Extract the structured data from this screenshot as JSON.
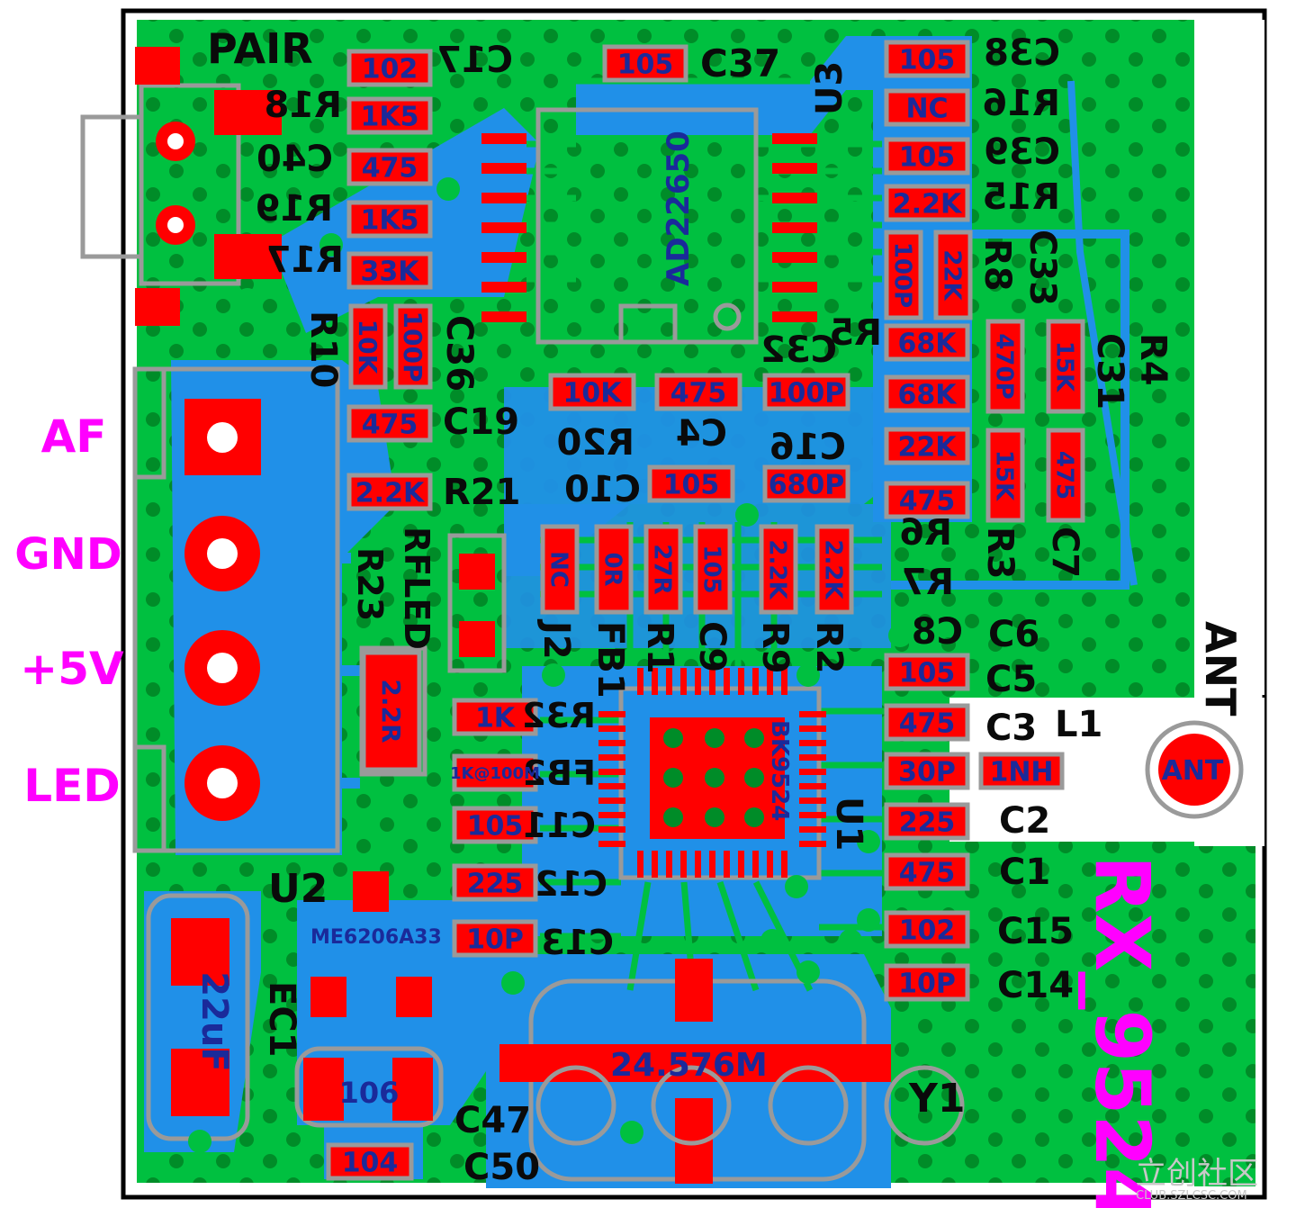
{
  "board": {
    "name": "RX_9524",
    "colors": {
      "copper": "#00c040",
      "trace": "#2090e8",
      "pad": "#ff0000",
      "silk": "#9a9a9a",
      "via": "#008c28",
      "pink": "#ff00ff",
      "outline": "#000000"
    }
  },
  "connector": {
    "pins": [
      "AF",
      "GND",
      "+5V",
      "LED"
    ],
    "pair_label": "PAIR",
    "ant_label": "ANT",
    "ant_pad_text": "ANT"
  },
  "chips": {
    "u3_label": "U3",
    "u3_part": "AD22650",
    "u1_label": "U1",
    "u1_part": "BK9524",
    "u2_label": "U2",
    "u2_part": "ME6206A33",
    "y1_label": "Y1",
    "y1_freq": "24.576M"
  },
  "parts": {
    "c17": {
      "ref": "C17",
      "val": "102"
    },
    "r18": {
      "ref": "R18",
      "val": "1K5"
    },
    "c40": {
      "ref": "C40",
      "val": "475"
    },
    "r19": {
      "ref": "R19",
      "val": "1K5"
    },
    "r17": {
      "ref": "R17",
      "val": "33K"
    },
    "r10": {
      "ref": "R10",
      "val": "10K"
    },
    "c36": {
      "ref": "C36",
      "val": "100P"
    },
    "c19": {
      "ref": "C19",
      "val": "475"
    },
    "r21": {
      "ref": "R21",
      "val": "2.2K"
    },
    "c37": {
      "ref": "C37",
      "val": "105"
    },
    "c38": {
      "ref": "C38",
      "val": "105"
    },
    "r16": {
      "ref": "R16",
      "val": "NC"
    },
    "c39": {
      "ref": "C39",
      "val": "105"
    },
    "r15": {
      "ref": "R15",
      "val": "2.2K"
    },
    "r8": {
      "ref": "R8",
      "val": "22K"
    },
    "c33": {
      "ref": "C33",
      "val": "100P"
    },
    "r5": {
      "ref": "R5",
      "val": "68K"
    },
    "c32": {
      "ref": "C32",
      "val": "100P"
    },
    "r4": {
      "ref": "R4",
      "val": "15K"
    },
    "c31": {
      "ref": "C31",
      "val": "470P"
    },
    "r_68k_b": {
      "val": "68K"
    },
    "r20": {
      "ref": "R20",
      "val": "10K"
    },
    "c4": {
      "ref": "C4",
      "val": "475"
    },
    "c16": {
      "ref": "C16",
      "val": "680P"
    },
    "r_22k": {
      "val": "22K"
    },
    "r3": {
      "ref": "R3",
      "val": "15K"
    },
    "c7": {
      "ref": "C7",
      "val": "475"
    },
    "r_475": {
      "val": "475"
    },
    "c10": {
      "ref": "C10",
      "val": "105"
    },
    "r6": {
      "ref": "R6"
    },
    "r7": {
      "ref": "R7"
    },
    "j2": {
      "ref": "J2",
      "val": "NC"
    },
    "fb1": {
      "ref": "FB1",
      "val": "0R"
    },
    "r1": {
      "ref": "R1",
      "val": "27R"
    },
    "c9": {
      "ref": "C9",
      "val": "105"
    },
    "r9": {
      "ref": "R9",
      "val": "2.2K"
    },
    "r2": {
      "ref": "R2",
      "val": "2.2K"
    },
    "c8": {
      "ref": "C8"
    },
    "c6": {
      "ref": "C6"
    },
    "c5": {
      "ref": "C5",
      "val": "105"
    },
    "c3": {
      "ref": "C3",
      "val": "475"
    },
    "l1": {
      "ref": "L1",
      "val": "1NH"
    },
    "c_30p": {
      "val": "30P"
    },
    "c2": {
      "ref": "C2",
      "val": "225"
    },
    "c1": {
      "ref": "C1",
      "val": "475"
    },
    "c15": {
      "ref": "C15",
      "val": "102"
    },
    "c14": {
      "ref": "C14",
      "val": "10P"
    },
    "rfled": {
      "ref": "RFLED"
    },
    "r23": {
      "ref": "R23",
      "val": "2.2R"
    },
    "r32": {
      "ref": "R32",
      "val": "1K"
    },
    "fb2": {
      "ref": "FB2",
      "val": "1K@100M"
    },
    "c11": {
      "ref": "C11",
      "val": "105"
    },
    "c12": {
      "ref": "C12",
      "val": "225"
    },
    "c13": {
      "ref": "C13",
      "val": "10P"
    },
    "ec1": {
      "ref": "EC1",
      "val": "22uF"
    },
    "c47": {
      "ref": "C47",
      "val": "106"
    },
    "c50": {
      "ref": "C50",
      "val": "104"
    }
  },
  "watermark": {
    "text": "立创社区",
    "url_text": "CLUB.SZLCSC.COM"
  }
}
